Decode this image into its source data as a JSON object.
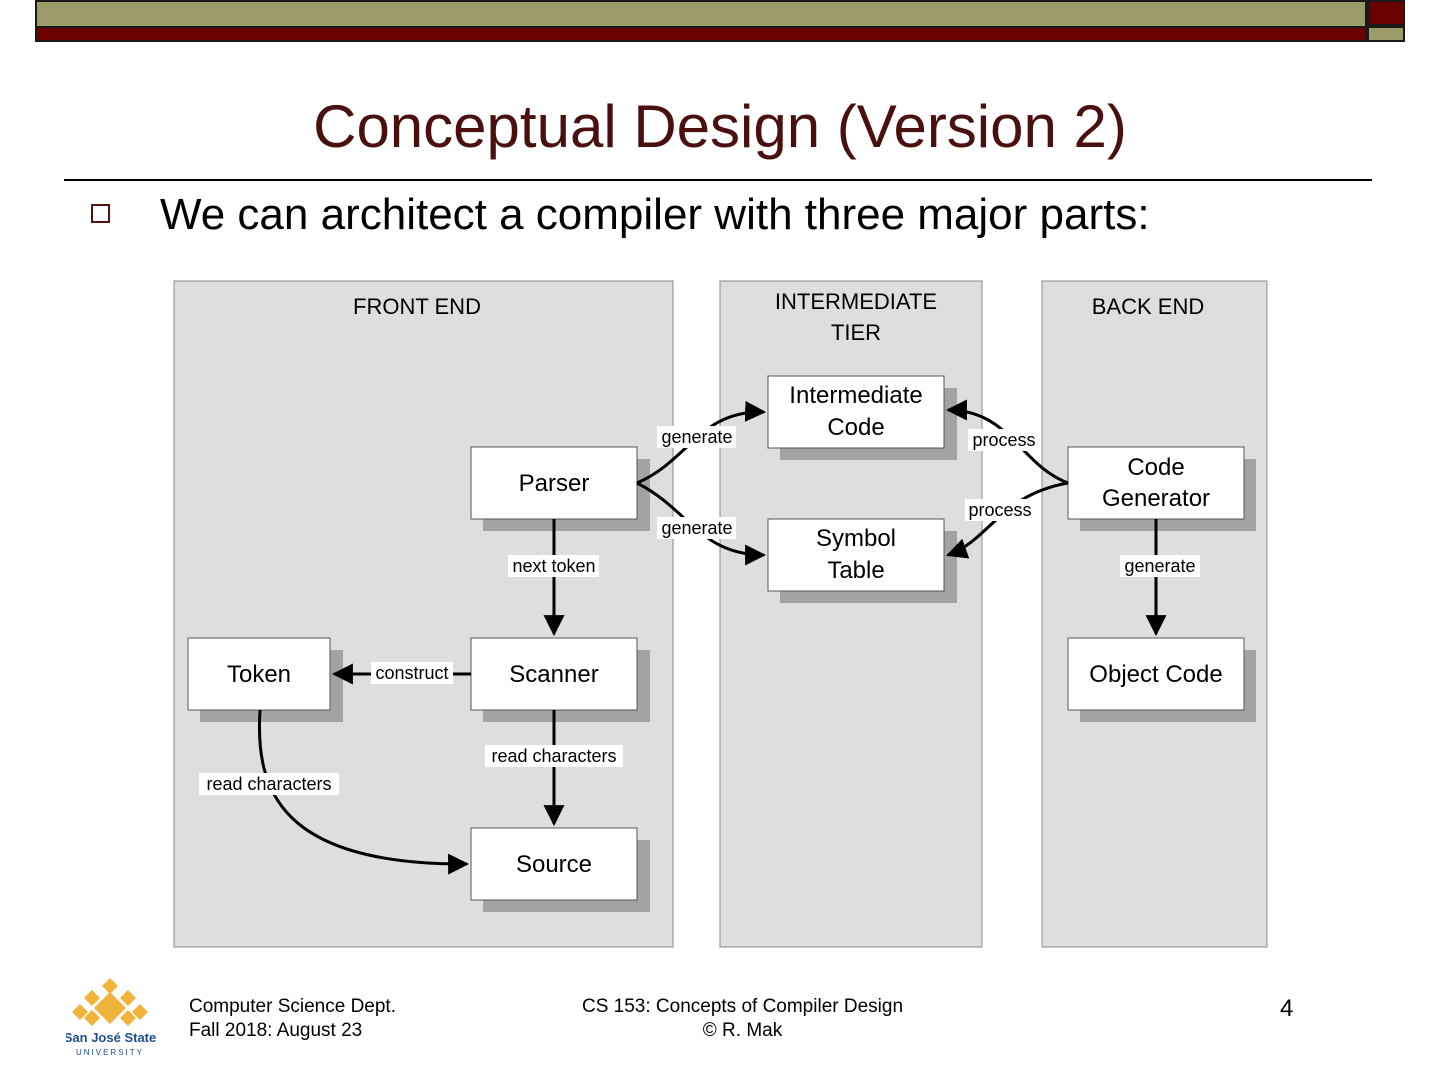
{
  "slide": {
    "title": "Conceptual Design (Version 2)",
    "bullet": "We can architect a compiler with three major parts:",
    "page_number": "4"
  },
  "diagram": {
    "panels": {
      "front_end": "FRONT END",
      "intermediate_line1": "INTERMEDIATE",
      "intermediate_line2": "TIER",
      "back_end": "BACK END"
    },
    "boxes": {
      "parser": "Parser",
      "scanner": "Scanner",
      "token": "Token",
      "source": "Source",
      "intermediate_code_line1": "Intermediate",
      "intermediate_code_line2": "Code",
      "symbol_table_line1": "Symbol",
      "symbol_table_line2": "Table",
      "code_generator_line1": "Code",
      "code_generator_line2": "Generator",
      "object_code": "Object Code"
    },
    "edge_labels": {
      "parser_to_intermediate": "generate",
      "parser_to_symbol": "generate",
      "codegen_to_intermediate": "process",
      "codegen_to_symbol": "process",
      "parser_to_scanner": "next token",
      "scanner_to_token": "construct",
      "scanner_to_source": "read characters",
      "token_to_source": "read characters",
      "codegen_to_object": "generate"
    }
  },
  "footer": {
    "dept": "Computer Science Dept.",
    "date": "Fall 2018: August 23",
    "course": "CS 153: Concepts of Compiler Design",
    "author": "© R. Mak",
    "logo_line1": "San José State",
    "logo_line2": "UNIVERSITY"
  },
  "colors": {
    "title": "#4a0f0f",
    "maroon": "#6b0000",
    "olive": "#9c9c6a",
    "panel": "#dedede",
    "logo_gold": "#f2b33d",
    "logo_blue": "#1f4e8c"
  }
}
